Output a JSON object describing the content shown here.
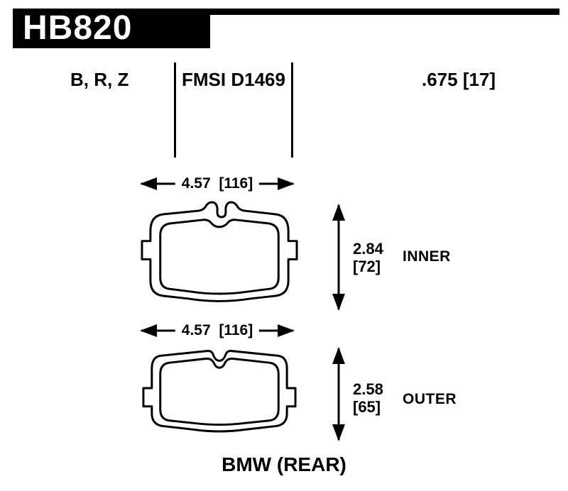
{
  "header": {
    "part_number": "HB820"
  },
  "specs": {
    "compounds": "B, R, Z",
    "fmsi": "FMSI D1469",
    "thickness": ".675 [17]"
  },
  "inner_pad": {
    "width_dim": "4.57  [116]",
    "height_value": "2.84",
    "height_mm": "[72]",
    "label": "INNER"
  },
  "outer_pad": {
    "width_dim": "4.57  [116]",
    "height_value": "2.58",
    "height_mm": "[65]",
    "label": "OUTER"
  },
  "footer": {
    "application": "BMW (REAR)"
  }
}
